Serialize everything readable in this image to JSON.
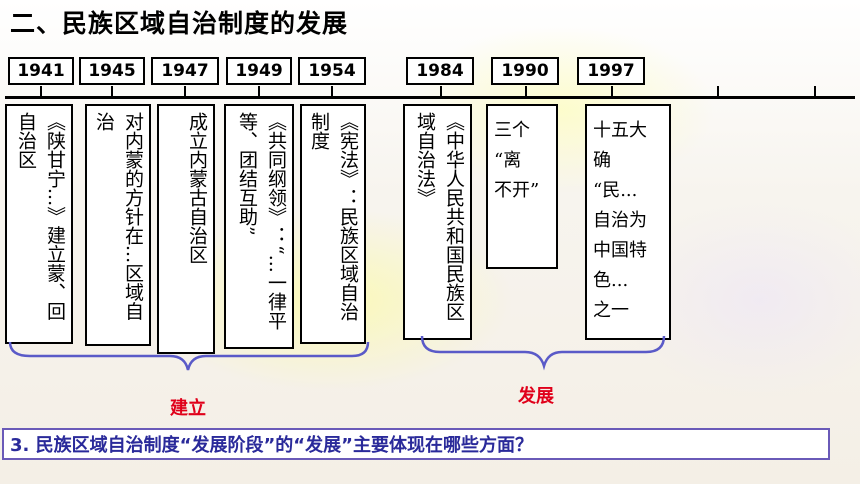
{
  "title": "二、民族区域自治制度的发展",
  "years": [
    "1941",
    "1945",
    "1947",
    "1949",
    "1954",
    "1984",
    "1990",
    "1997"
  ],
  "events": [
    "《陕甘宁...》建立蒙、回自治区",
    "对内蒙的方针在...区域自治",
    "成立内蒙古自治区",
    "《共同纲领》：“...一律平等、团结互助”",
    "《宪法》：民族区域自治制度",
    "《中华人民共和国民族区域自治法》",
    "三个\n“离\n不开”",
    "十五大\n确\n“民...\n自治为\n中国特\n色...\n之一"
  ],
  "labels": {
    "establish": "建立",
    "develop": "发展"
  },
  "question": "3. 民族区域自治制度“发展阶段”的“发展”主要体现在哪些方面？",
  "colors": {
    "brace": "#5a5ac8",
    "label": "#e0001a",
    "question_border": "#6a5ab8"
  }
}
